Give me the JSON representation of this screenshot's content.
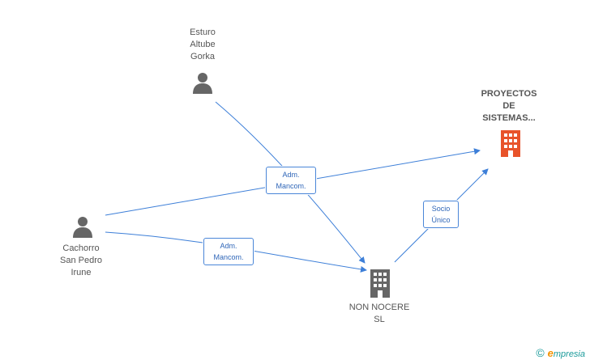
{
  "nodes": {
    "esturo": {
      "label": "Esturo\nAltube\nGorka",
      "icon": "person-icon"
    },
    "cachorro": {
      "label": "Cachorro\nSan Pedro\nIrune",
      "icon": "person-icon"
    },
    "proyectos": {
      "label": "PROYECTOS\nDE\nSISTEMAS...",
      "icon": "building-icon",
      "color": "#e8532a"
    },
    "nocere": {
      "label": "NON NOCERE\nSL",
      "icon": "building-icon",
      "color": "#666666"
    }
  },
  "edges": {
    "adm1": "Adm.\nMancom.",
    "adm2": "Adm.\nMancom.",
    "socio": "Socio\nÚnico"
  },
  "colors": {
    "edge": "#3d7fd8",
    "person": "#666666"
  },
  "footer": {
    "copyright": "©",
    "brand_e": "e",
    "brand_rest": "mpresia"
  }
}
